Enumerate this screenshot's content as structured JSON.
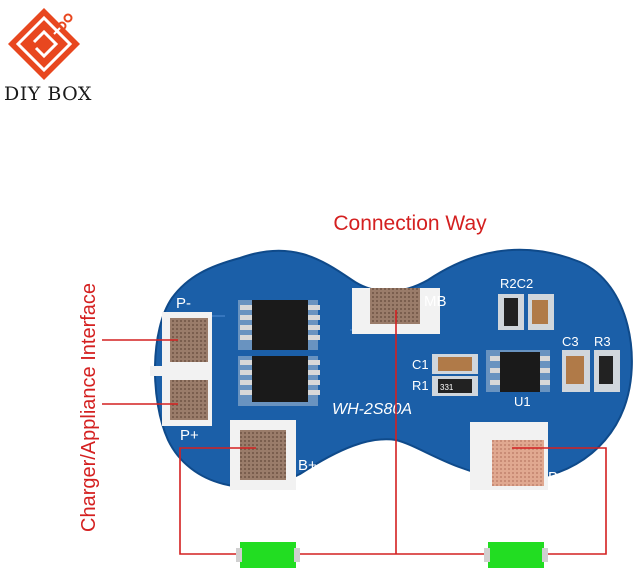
{
  "brand": {
    "logo_text": "DIY BOX",
    "accent": "#e8471f"
  },
  "title": "Connection Way",
  "side_label": "Charger/Appliance Interface",
  "board": {
    "model": "WH-2S80A",
    "color": "#1b5fa8",
    "pads": {
      "p_minus": "P-",
      "p_plus": "P+",
      "mb": "MB",
      "b_plus": "B+",
      "b_minus": "B-"
    },
    "components": {
      "r2c2": "R2C2",
      "c3": "C3",
      "r3": "R3",
      "c1": "C1",
      "r1": "R1",
      "u1": "U1",
      "r1_code": "331"
    }
  },
  "colors": {
    "wire": "#d42020",
    "battery": "#22dd22",
    "label": "#d42020"
  }
}
